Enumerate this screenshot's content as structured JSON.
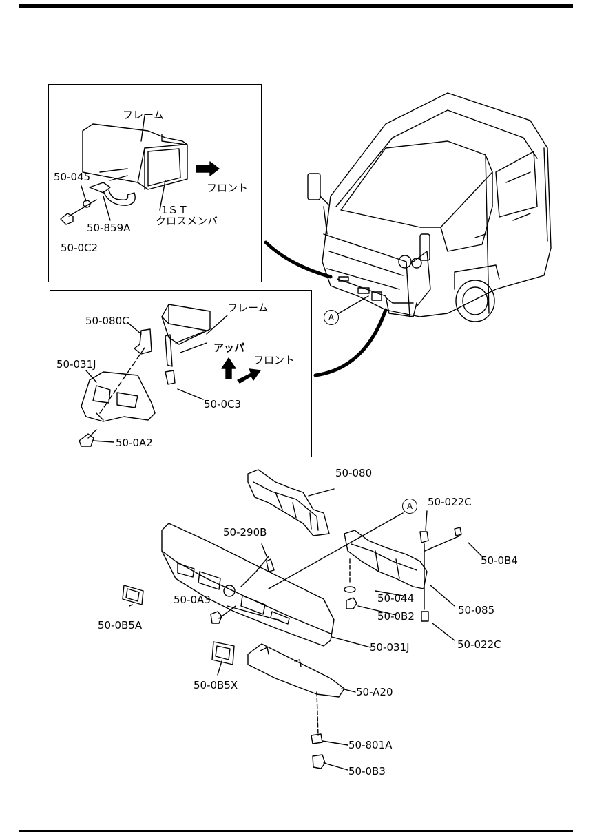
{
  "inset_top": {
    "frame_label": "フレーム",
    "front_label": "フロント",
    "crossmember_line1": "1ＳＴ",
    "crossmember_line2": "クロスメンバ",
    "parts": [
      "50-045",
      "50-859A",
      "50-0C2"
    ]
  },
  "inset_middle": {
    "frame_label": "フレーム",
    "upper_label": "アッパ",
    "front_label": "フロント",
    "parts": [
      "50-080C",
      "50-031J",
      "50-0C3",
      "50-0A2"
    ]
  },
  "callout": "A",
  "main": {
    "parts": [
      "50-080",
      "50-022C",
      "50-290B",
      "50-0B4",
      "50-044",
      "50-0B2",
      "50-085",
      "50-022C",
      "50-0B5A",
      "50-0A3",
      "50-031J",
      "50-0B5X",
      "50-A20",
      "50-801A",
      "50-0B3"
    ]
  }
}
